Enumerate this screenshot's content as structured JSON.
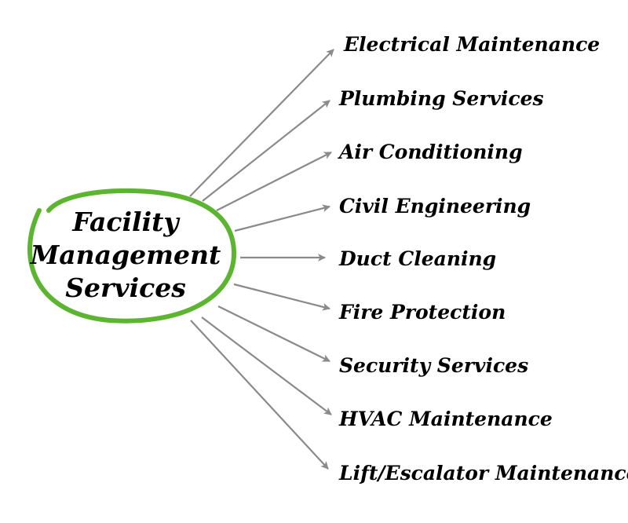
{
  "center": {
    "lines": [
      "Facility",
      "Management",
      "Services"
    ],
    "ring_color": "#5cb531"
  },
  "arrow_color": "#8a8a8a",
  "services": [
    "Electrical Maintenance",
    "Plumbing Services",
    "Air Conditioning",
    "Civil Engineering",
    "Duct Cleaning",
    "Fire Protection",
    "Security Services",
    "HVAC Maintenance",
    "Lift/Escalator Maintenance"
  ]
}
